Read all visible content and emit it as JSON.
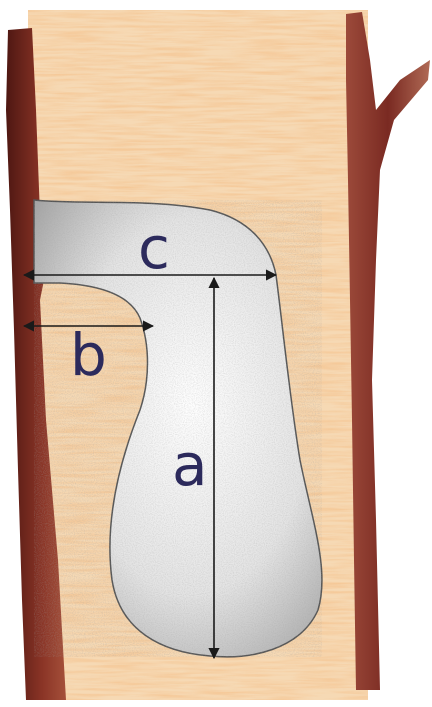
{
  "labels": {
    "a": "a",
    "b": "b",
    "c": "c"
  },
  "colors": {
    "wood": "#e8934c",
    "wood_light": "#f4c48f",
    "bark": "#7a2a22",
    "cavity": "#d6d6d6",
    "arrow": "#1a1a1a",
    "label": "#2c2a5c"
  }
}
